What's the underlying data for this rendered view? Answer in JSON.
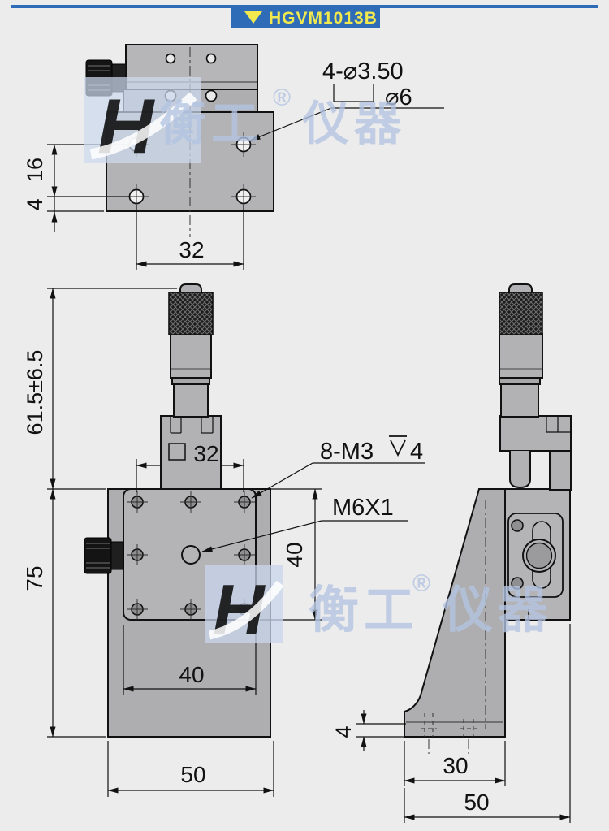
{
  "header": {
    "banner": {
      "triangle": "▼",
      "label": "HGVM1013B"
    }
  },
  "watermark": {
    "brand": "衡工",
    "registered": "®",
    "suffix": "仪器"
  },
  "colors": {
    "background": "#ececec",
    "banner_blue": "#2e6cb8",
    "banner_yellow": "#f2e94e",
    "part_gray": "#b3b3b5",
    "watermark_blue": "#b3c4e2",
    "outline_black": "#111111"
  },
  "top_view": {
    "counterbore_line1": "4-⌀3.50",
    "counterbore_line2": "⌀6",
    "dim_hole_spacing": "32",
    "dim_row_offset": "16",
    "dim_edge_offset": "4"
  },
  "front_view": {
    "dim_travel": "61.5±6.5",
    "dim_body_height": "75",
    "dim_top_square": "32",
    "dim_plate_width": "40",
    "dim_plate_height": "40",
    "dim_base_width": "50",
    "callout_screws": "8-M3",
    "callout_screws_depth": "4",
    "callout_center_thread": "M6X1"
  },
  "side_view": {
    "dim_foot_thickness": "4",
    "dim_foot_depth": "30",
    "dim_overall_depth": "50"
  }
}
